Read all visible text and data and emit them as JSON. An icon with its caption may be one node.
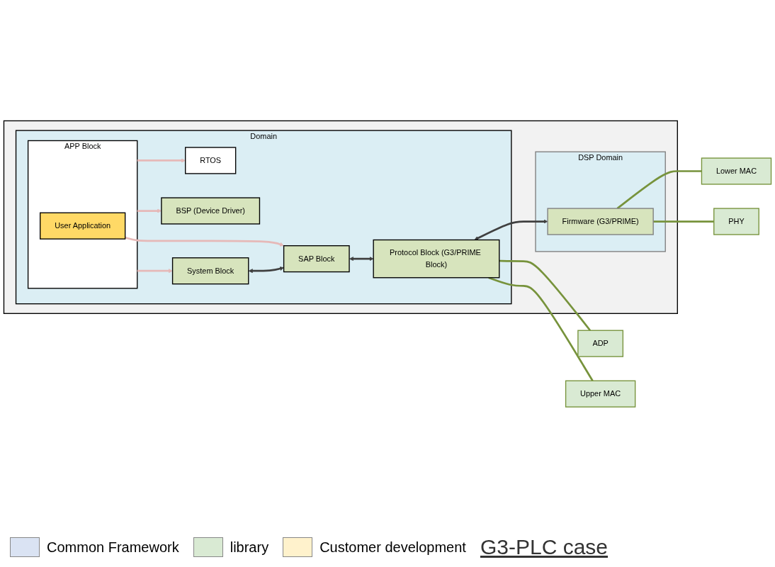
{
  "diagram": {
    "nodes": [
      {
        "text": [],
        "shape": "box"
      },
      {
        "text": [
          "Domain"
        ],
        "in": 0
      },
      {
        "text": [
          "RTOS"
        ],
        "in": 1
      },
      {
        "text": [
          "BSP (Device Driver)"
        ],
        "in": 1
      },
      {
        "text": [
          "System Block"
        ],
        "in": 1
      },
      {
        "text": [
          "APP Block"
        ],
        "in": 1
      },
      {
        "text": [
          "User Application"
        ],
        "in": 5
      },
      {
        "text": [
          "SAP Block"
        ],
        "in": 1
      },
      {
        "text": [
          "Protocol Block (G3/PRIME Block)"
        ],
        "in": 1
      },
      {
        "text": [
          "DSP Domain"
        ],
        "in": 0
      },
      {
        "text": [
          "Firmware (G3/PRIME)"
        ],
        "in": 9
      },
      {
        "text": [
          "ADP"
        ]
      },
      {
        "text": [
          "Upper MAC"
        ]
      },
      {
        "text": [
          "Lower MAC"
        ]
      },
      {
        "text": [
          "PHY"
        ]
      }
    ],
    "edges": [
      {
        "from": 5,
        "to": 2,
        "arrow": "to",
        "color": "#e6b9b8"
      },
      {
        "from": 5,
        "to": 3,
        "arrow": "to",
        "color": "#e6b9b8"
      },
      {
        "from": 5,
        "to": 4,
        "arrow": "to",
        "color": "#e6b9b8"
      },
      {
        "from": 6,
        "to": 7,
        "arrow": "to",
        "color": "#e6b9b8"
      },
      {
        "from": 4,
        "to": 7,
        "arrow": "both",
        "color": "#404040"
      },
      {
        "from": 7,
        "to": 8,
        "arrow": "both",
        "color": "#404040"
      },
      {
        "from": 8,
        "to": 10,
        "arrow": "both",
        "color": "#404040"
      },
      {
        "from": 8,
        "to": 11,
        "arrow": "none",
        "color": "#77933c"
      },
      {
        "from": 8,
        "to": 12,
        "arrow": "none",
        "color": "#77933c"
      },
      {
        "from": 10,
        "to": 13,
        "arrow": "none",
        "color": "#77933c"
      },
      {
        "from": 10,
        "to": 14,
        "arrow": "none",
        "color": "#77933c"
      }
    ],
    "labels": [
      "G3-PLC case"
    ],
    "legend": [
      {
        "text": "Common Framework",
        "color": "#dae3f3"
      },
      {
        "text": "library",
        "color": "#d9ead3"
      },
      {
        "text": "Customer development",
        "color": "#fff2cc"
      }
    ]
  }
}
